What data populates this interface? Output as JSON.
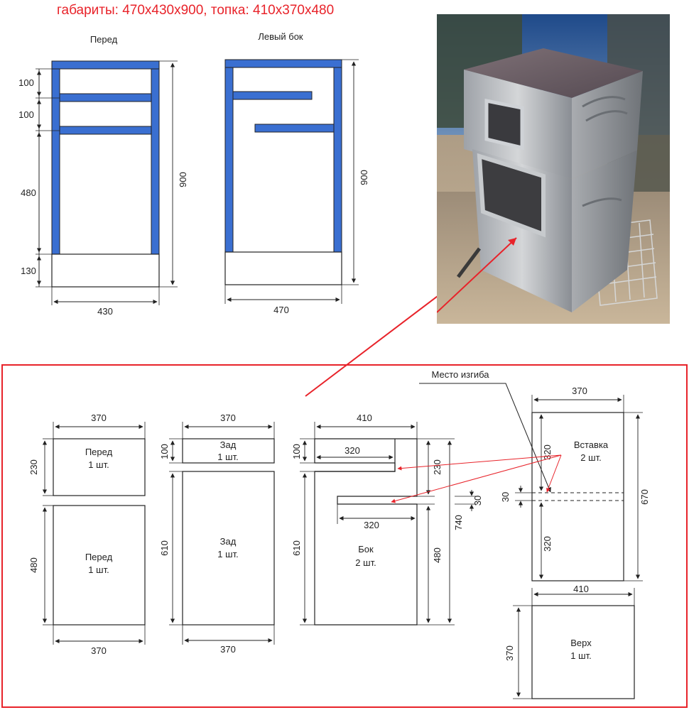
{
  "header": {
    "title": "габариты: 470x430x900, топка: 410x370x480"
  },
  "frames": {
    "front": {
      "label": "Перед",
      "dims": {
        "a": "100",
        "b": "100",
        "c": "480",
        "d": "130",
        "height": "900",
        "width": "430"
      }
    },
    "side": {
      "label": "Левый бок",
      "dims": {
        "height": "900",
        "width": "470"
      }
    }
  },
  "parts": {
    "front_top": {
      "name": "Перед",
      "qty": "1 шт.",
      "width": "370",
      "height": "230"
    },
    "front_bottom": {
      "name": "Перед",
      "qty": "1 шт.",
      "width": "370",
      "height": "480"
    },
    "back_top": {
      "name": "Зад",
      "qty": "1 шт.",
      "width": "370",
      "height": "100"
    },
    "back_bottom": {
      "name": "Зад",
      "qty": "1 шт.",
      "width": "370",
      "height": "610"
    },
    "side": {
      "name": "Бок",
      "qty": "2 шт.",
      "width": "410",
      "h100": "100",
      "slot1": "320",
      "h230": "230",
      "h30": "30",
      "slot2": "320",
      "h740": "740",
      "h610": "610",
      "h480": "480"
    },
    "insert": {
      "name": "Вставка",
      "qty": "2 шт.",
      "width": "370",
      "top": "320",
      "gap": "30",
      "bottom": "320",
      "total": "670",
      "bend_label": "Место изгиба"
    },
    "top": {
      "name": "Верх",
      "qty": "1 шт.",
      "width": "410",
      "height": "370"
    }
  },
  "colors": {
    "frame_blue": "#3a6fd1",
    "accent_red": "#e8232a",
    "line": "#222222"
  },
  "photo": {
    "subject": "welded-steel-stove-photo"
  }
}
